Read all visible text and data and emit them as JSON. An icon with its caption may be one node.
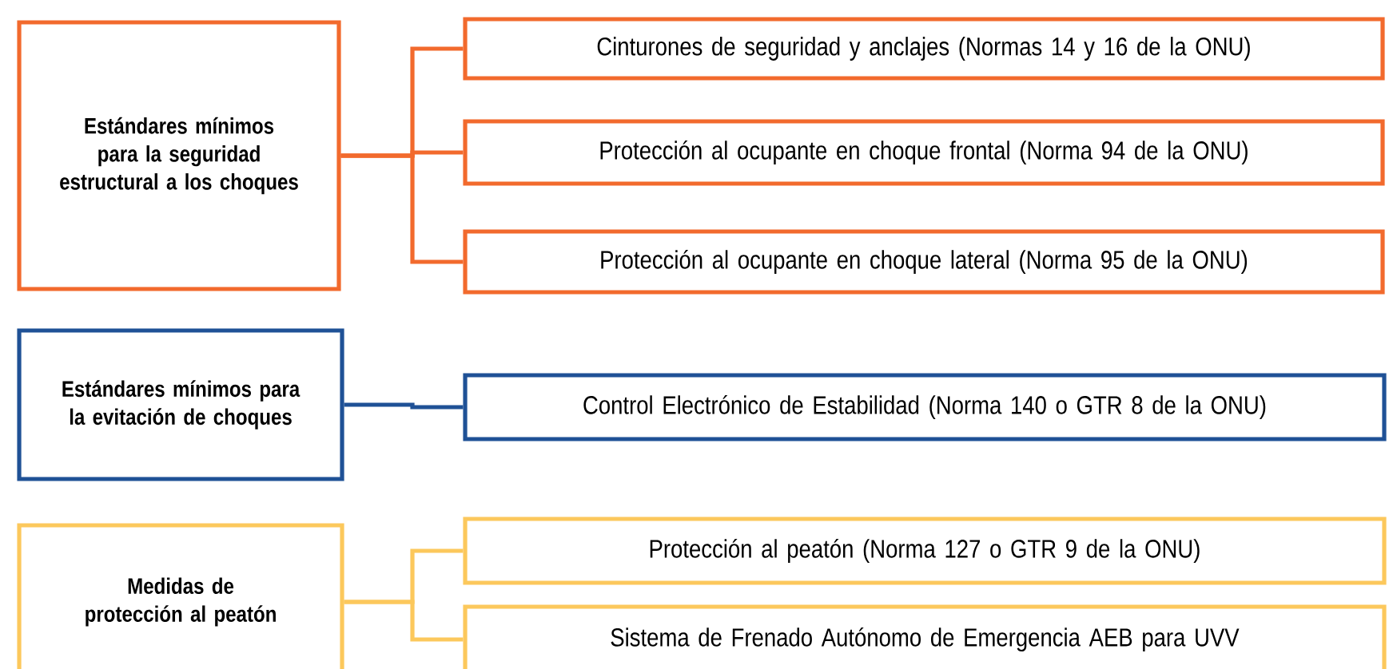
{
  "diagram": {
    "nodes": [
      {
        "text": [
          "Estándares mínimos para la seguridad estructural a los choques"
        ]
      },
      {
        "text": [
          "Cinturones de seguridad y anclajes (Normas 14 y 16 de la ONU)"
        ]
      },
      {
        "text": [
          "Protección al ocupante en choque frontal (Norma 94 de la ONU)"
        ]
      },
      {
        "text": [
          "Protección al ocupante en choque lateral (Norma 95 de la ONU)"
        ]
      },
      {
        "text": [
          "Estándares mínimos para la evitación de choques"
        ]
      },
      {
        "text": [
          "Control Electrónico de Estabilidad (Norma 140 o GTR 8 de la ONU)"
        ]
      },
      {
        "text": [
          "Medidas de protección al peatón"
        ]
      },
      {
        "text": [
          "Protección al peatón (Norma 127 o GTR 9 de la ONU)"
        ]
      },
      {
        "text": [
          "Sistema de Frenado Autónomo de Emergencia AEB para UVV"
        ]
      }
    ],
    "edges": [
      {
        "from": 0,
        "to": 1,
        "arrow": "none"
      },
      {
        "from": 0,
        "to": 2,
        "arrow": "none"
      },
      {
        "from": 0,
        "to": 3,
        "arrow": "none"
      },
      {
        "from": 4,
        "to": 5,
        "arrow": "none",
        "color": "#1f5196"
      },
      {
        "from": 6,
        "to": 7,
        "arrow": "none",
        "color": "#fcc85c"
      },
      {
        "from": 6,
        "to": 8,
        "arrow": "none",
        "color": "#fcc85c"
      }
    ]
  }
}
